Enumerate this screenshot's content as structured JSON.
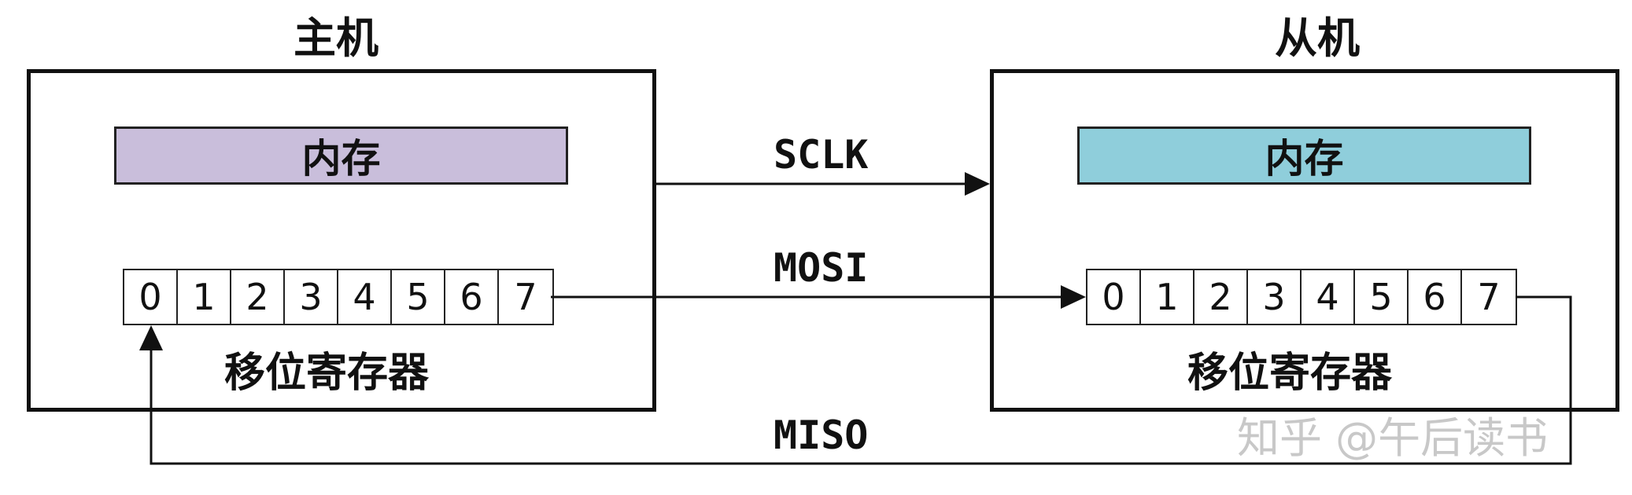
{
  "master": {
    "title": "主机",
    "memory_label": "内存",
    "memory_color": "#c9bedb",
    "register_cells": [
      "0",
      "1",
      "2",
      "3",
      "4",
      "5",
      "6",
      "7"
    ],
    "register_label": "移位寄存器"
  },
  "slave": {
    "title": "从机",
    "memory_label": "内存",
    "memory_color": "#8fcedb",
    "register_cells": [
      "0",
      "1",
      "2",
      "3",
      "4",
      "5",
      "6",
      "7"
    ],
    "register_label": "移位寄存器"
  },
  "signals": {
    "sclk": "SCLK",
    "mosi": "MOSI",
    "miso": "MISO"
  },
  "watermark": "知乎 @午后读书"
}
